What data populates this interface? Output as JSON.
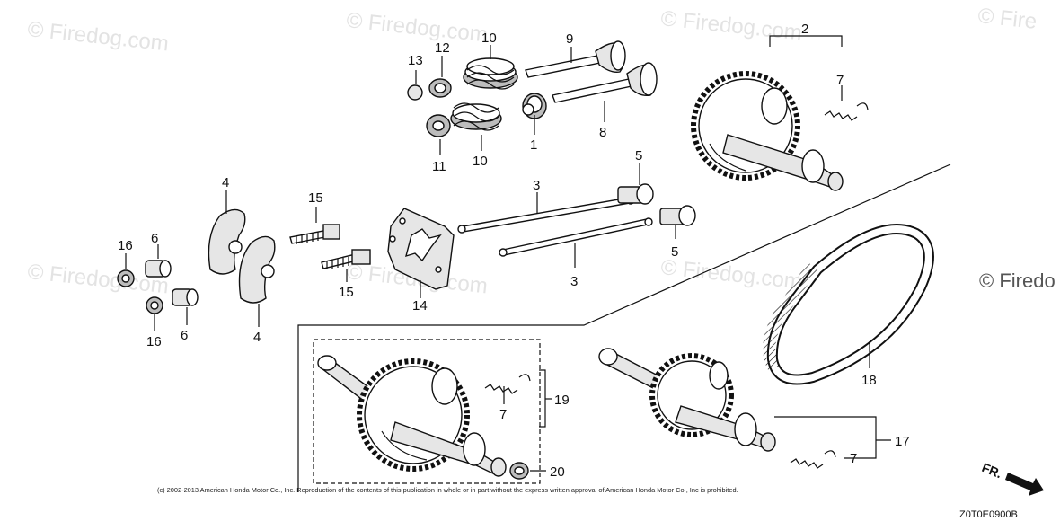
{
  "watermarks": [
    "© Firedog.com",
    "© Firedog.com",
    "© Firedog.com",
    "© Fire",
    "© Firedog.com",
    "© Firedog.com",
    "© Firedog.com"
  ],
  "watermark_cut": "© Firedo",
  "callouts": {
    "p1": "1",
    "p2": "2",
    "p3a": "3",
    "p3b": "3",
    "p4a": "4",
    "p4b": "4",
    "p5a": "5",
    "p5b": "5",
    "p6a": "6",
    "p6b": "6",
    "p7a": "7",
    "p7b": "7",
    "p7c": "7",
    "p8": "8",
    "p9": "9",
    "p10a": "10",
    "p10b": "10",
    "p11": "11",
    "p12": "12",
    "p13": "13",
    "p14": "14",
    "p15a": "15",
    "p15b": "15",
    "p16a": "16",
    "p16b": "16",
    "p17": "17",
    "p18": "18",
    "p19": "19",
    "p20": "20"
  },
  "copyright": "(c) 2002-2013 American Honda Motor Co., Inc. Reproduction of the contents of this publication in whole or in part without the express written approval of American Honda Motor Co., Inc is prohibited.",
  "diagram_code": "Z0T0E0900B",
  "front_label": "FR.",
  "colors": {
    "line": "#111111",
    "part_fill": "#e6e6e6",
    "watermark": "#e3e3e3"
  }
}
